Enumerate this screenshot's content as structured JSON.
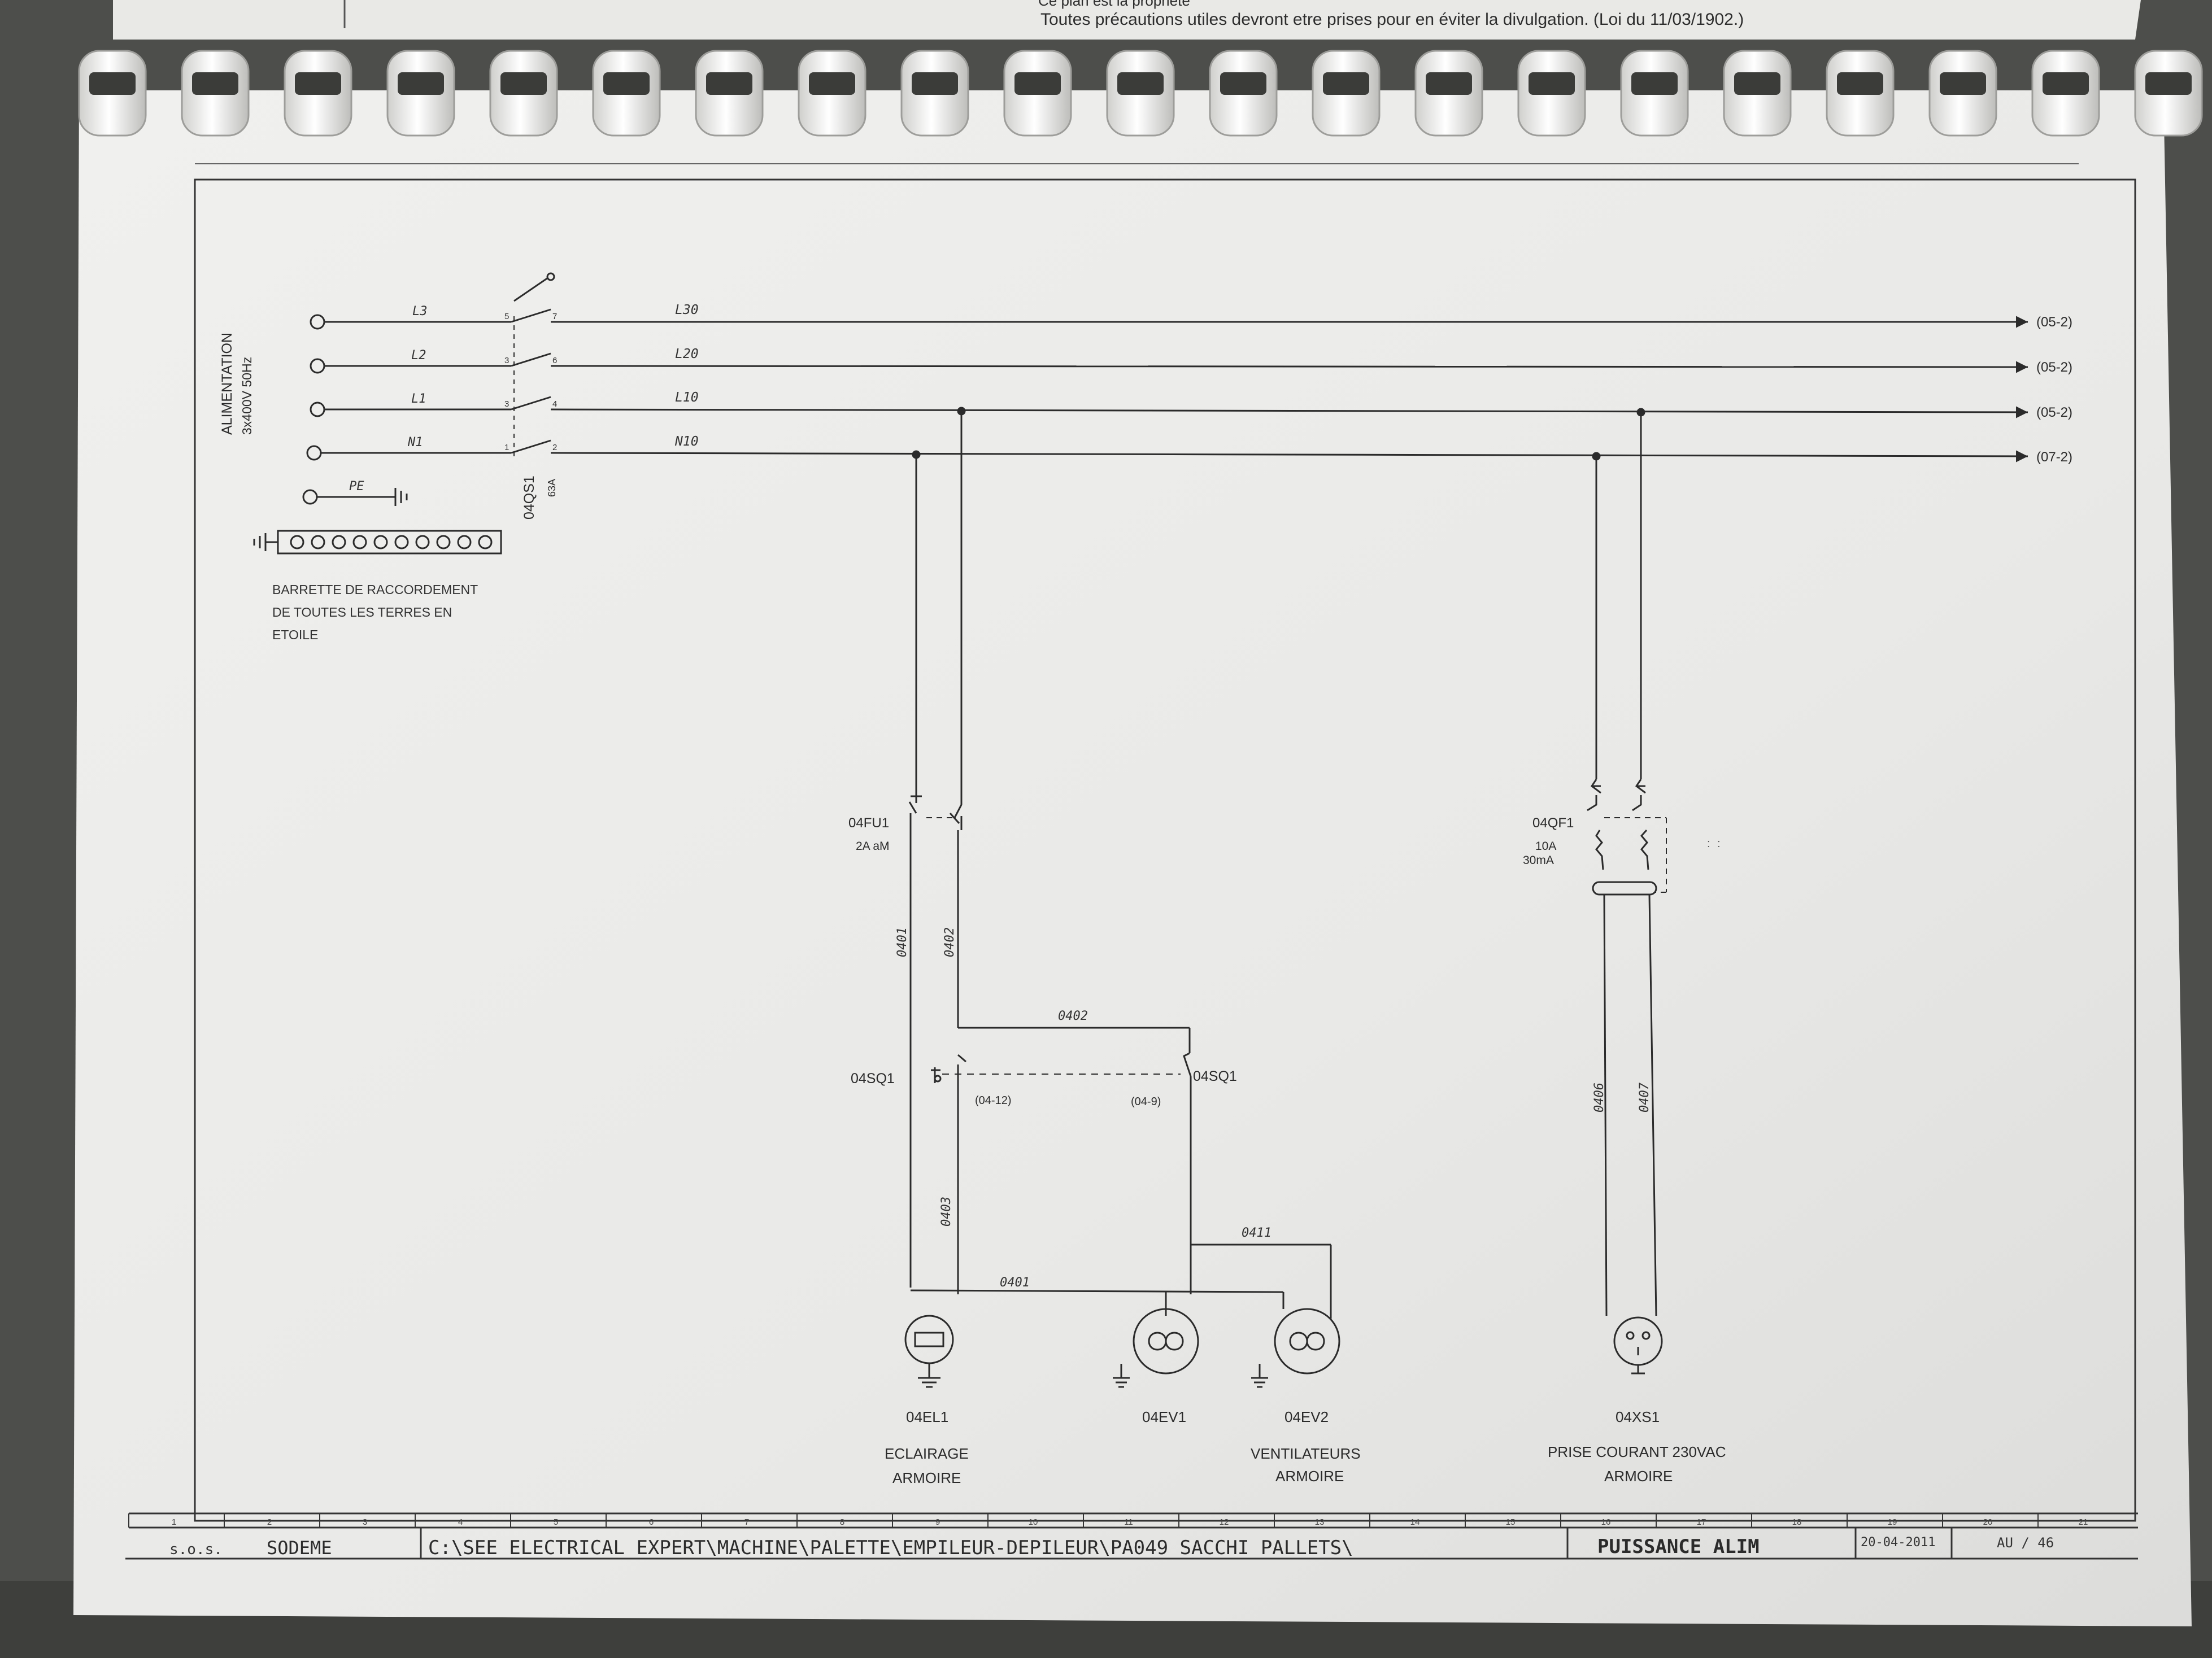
{
  "header": {
    "cover_fragment": "Ce plan est la propriété",
    "notice": "Toutes précautions utiles devront etre prises pour en éviter la divulgation. (Loi du 11/03/1902.)"
  },
  "supply": {
    "title": "ALIMENTATION",
    "spec": "3x400V 50Hz",
    "lines_in": [
      "L3",
      "L2",
      "L1",
      "N1"
    ],
    "pe": "PE",
    "lines_out": [
      "L30",
      "L20",
      "L10",
      "N10"
    ],
    "refs": [
      "(05-2)",
      "(05-2)",
      "(05-2)",
      "(07-2)"
    ],
    "switch_tag": "04QS1",
    "switch_rating": "63A",
    "terminal_nums_left": [
      "5",
      "3",
      "3",
      "1"
    ],
    "terminal_nums_right": [
      "7",
      "6",
      "4",
      "2"
    ]
  },
  "earth_bar": {
    "line1": "BARRETTE DE RACCORDEMENT",
    "line2": "DE TOUTES LES TERRES EN",
    "line3": "ETOILE",
    "holes": 10
  },
  "fuse": {
    "tag": "04FU1",
    "rating": "2A aM"
  },
  "wires": {
    "w0401": "0401",
    "w0402": "0402",
    "w0403": "0403",
    "w0411": "0411",
    "w0406": "0406",
    "w0407": "0407"
  },
  "door_switch": {
    "tag": "04SQ1",
    "ref_a": "(04-12)",
    "ref_b": "(04-9)"
  },
  "breaker": {
    "tag": "04QF1",
    "rating1": "10A",
    "rating2": "30mA"
  },
  "loads": [
    {
      "tag": "04EL1",
      "label1": "ECLAIRAGE",
      "label2": "ARMOIRE"
    },
    {
      "tag": "04EV1",
      "label1": "",
      "label2": ""
    },
    {
      "tag": "04EV2",
      "label1": "VENTILATEURS",
      "label2": "ARMOIRE"
    },
    {
      "tag": "04XS1",
      "label1": "PRISE COURANT 230VAC",
      "label2": "ARMOIRE"
    }
  ],
  "title_block": {
    "column_numbers": [
      "1",
      "2",
      "3",
      "4",
      "5",
      "6",
      "7",
      "8",
      "9",
      "10",
      "11",
      "12",
      "13",
      "14",
      "15",
      "16",
      "17",
      "18",
      "19",
      "20",
      "21"
    ],
    "company_prefix": "s.o.s.",
    "company": "SODEME",
    "path": "C:\\SEE ELECTRICAL EXPERT\\MACHINE\\PALETTE\\EMPILEUR-DEPILEUR\\PA049 SACCHI PALLETS\\",
    "sheet_title": "PUISSANCE ALIM",
    "date": "20-04-2011",
    "page_fragment": "AU / 46"
  },
  "colors": {
    "paper": "#ebebea",
    "ink": "#2b2b2b",
    "background": "#4d4e4b",
    "binding": "#f6f6f4"
  }
}
